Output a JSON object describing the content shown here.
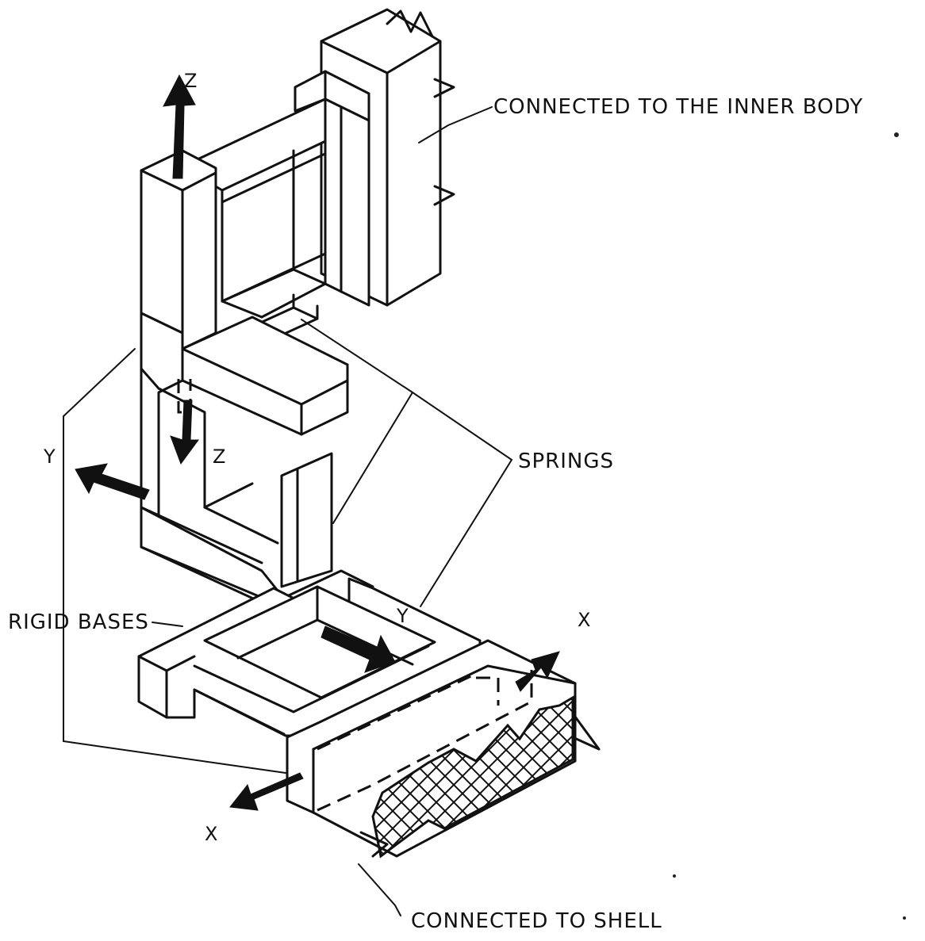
{
  "labels": {
    "inner_body": "CONNECTED TO THE INNER BODY",
    "springs": "SPRINGS",
    "rigid_bases": "RIGID BASES",
    "shell": "CONNECTED TO SHELL"
  },
  "axes": {
    "z_top": "Z",
    "z_mid": "Z",
    "y_left": "Y",
    "y_bottom": "Y",
    "x_right": "X",
    "x_left": "X"
  }
}
